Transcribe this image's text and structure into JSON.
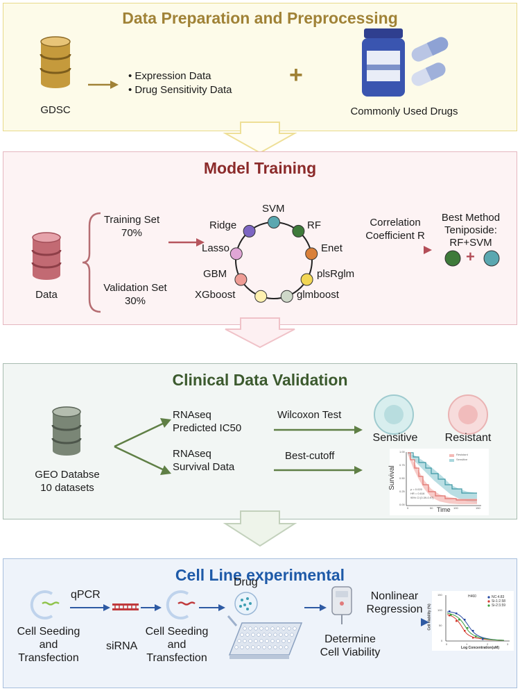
{
  "colors": {
    "panel1_bg": "#fdfbe9",
    "panel1_border": "#e8d98a",
    "panel1_title": "#a08236",
    "panel2_bg": "#fdf3f4",
    "panel2_border": "#e5b7bf",
    "panel2_title": "#8b2a2a",
    "panel3_bg": "#f2f6f4",
    "panel3_border": "#a8bcb0",
    "panel3_title": "#3c5a2e",
    "panel4_bg": "#eef3fa",
    "panel4_border": "#a7bfdc",
    "panel4_title": "#1e5aa8"
  },
  "section1": {
    "title": "Data Preparation and Preprocessing",
    "gdsc_label": "GDSC",
    "bullets": [
      "Expression Data",
      "Drug Sensitivity Data"
    ],
    "plus": "+",
    "drugs_label": "Commonly Used Drugs"
  },
  "section2": {
    "title": "Model Training",
    "data_label": "Data",
    "training_set": [
      "Training Set",
      "70%"
    ],
    "validation_set": [
      "Validation Set",
      "30%"
    ],
    "methods": {
      "svm": "SVM",
      "rf": "RF",
      "enet": "Enet",
      "plsrglm": "plsRglm",
      "glmboost": "glmboost",
      "xgboost": "XGboost",
      "gbm": "GBM",
      "lasso": "Lasso",
      "ridge": "Ridge"
    },
    "correlation": [
      "Correlation",
      "Coefficient R"
    ],
    "best": [
      "Best Method",
      "Teniposide:",
      "RF+SVM"
    ],
    "plus": "+"
  },
  "section3": {
    "title": "Clinical Data Validation",
    "db_label": [
      "GEO Databse",
      "10 datasets"
    ],
    "rnaseq1": [
      "RNAseq",
      "Predicted IC50"
    ],
    "rnaseq2": [
      "RNAseq",
      "Survival Data"
    ],
    "test1": "Wilcoxon Test",
    "test2": "Best-cutoff",
    "sensitive": "Sensitive",
    "resistant": "Resistant",
    "km": {
      "ylabel": "Survival",
      "xlabel": "Time",
      "legend": [
        "Resistant",
        "Sensitive"
      ],
      "stats": [
        "p = 0.020",
        "HR = 0.616",
        "95% CI [0.39-0.97]"
      ],
      "yticks": [
        "1.00",
        "0.75",
        "0.50",
        "0.25",
        "0.00"
      ],
      "xticks": [
        "0",
        "50",
        "100",
        "150"
      ]
    }
  },
  "section4": {
    "title": "Cell Line experimental",
    "cell_seeding_1": [
      "Cell Seeding",
      "and",
      "Transfection"
    ],
    "qpcr": "qPCR",
    "sirna": "siRNA",
    "cell_seeding_2": [
      "Cell Seeding",
      "and",
      "Transfection"
    ],
    "drug": "Drug",
    "determine": [
      "Determine",
      "Cell Viability"
    ],
    "nonlinear": [
      "Nonlinear",
      "Regression"
    ],
    "curve": {
      "title": "H460",
      "legend": [
        "NC:4.83",
        "Si-1:2.58",
        "Si-2:3.59"
      ],
      "xlabel": "Log Concentration(uM)",
      "ylabel": "Cell viability (%)",
      "yticks": [
        "150",
        "100",
        "50",
        "0"
      ],
      "xticks": [
        "0",
        "1",
        "2",
        "3"
      ]
    }
  }
}
